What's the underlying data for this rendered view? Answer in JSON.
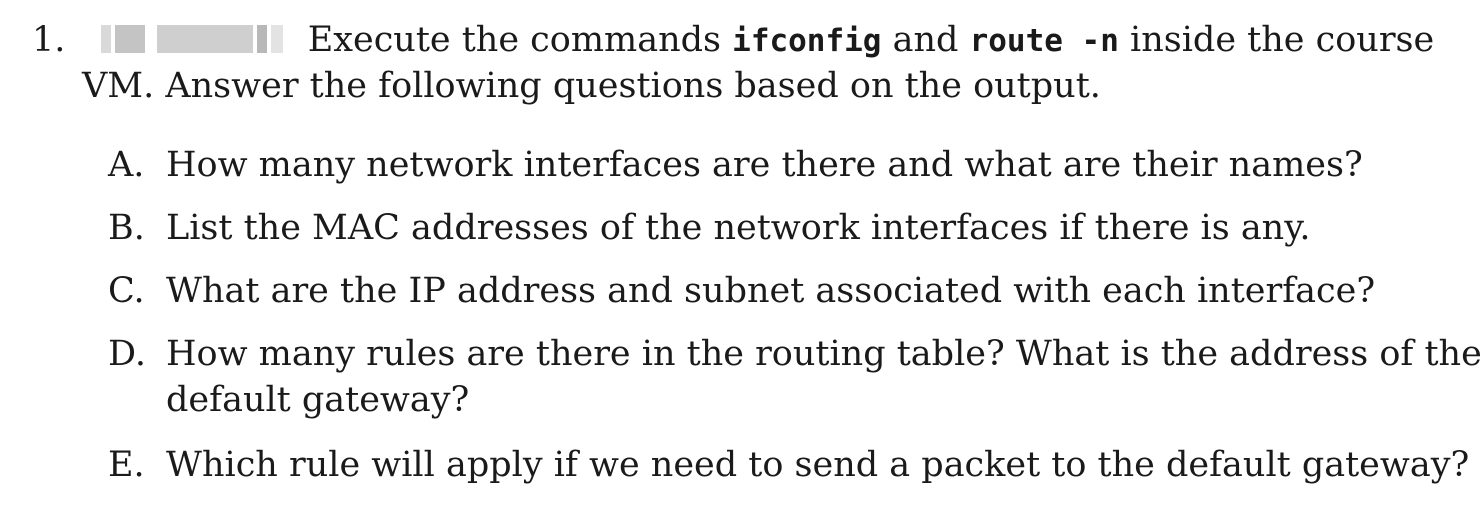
{
  "question": {
    "number": "1.",
    "intro_part1": "Execute the commands",
    "cmd1": "ifconfig",
    "intro_and": "and",
    "cmd2": "route -n",
    "intro_part2": "inside the course",
    "line2": "VM. Answer the following questions based on the output."
  },
  "subquestions": [
    {
      "letter": "A.",
      "text": "How many network interfaces are there and what are their names?"
    },
    {
      "letter": "B.",
      "text": "List the MAC addresses of the network interfaces if there is any."
    },
    {
      "letter": "C.",
      "text": "What are the IP address and subnet associated with each interface?"
    },
    {
      "letter": "D.",
      "text": "How many rules are there in the routing table? What is the address of the",
      "text_cont": "default gateway?"
    },
    {
      "letter": "E.",
      "text": "Which rule will apply if we need to send a packet to the default gateway?"
    }
  ]
}
